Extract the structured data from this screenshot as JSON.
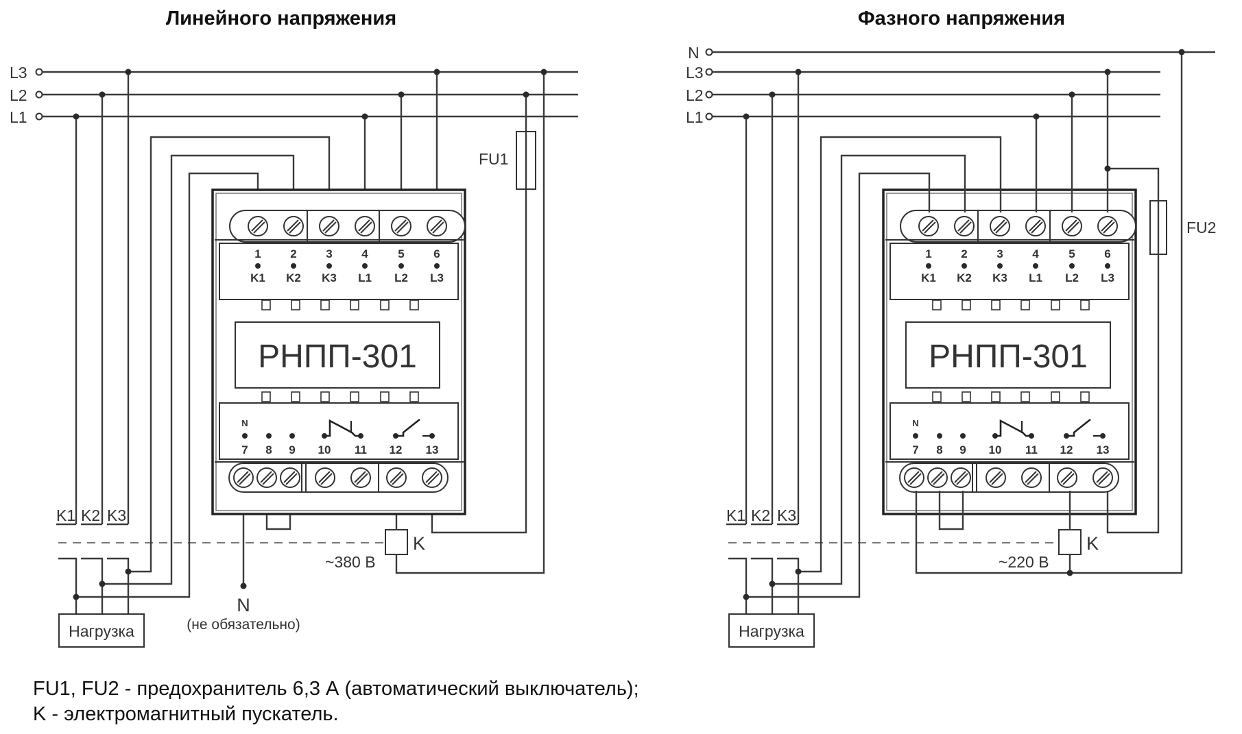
{
  "diagrams": [
    {
      "id": "linear",
      "title": "Линейного напряжения",
      "buses": [
        "L3",
        "L2",
        "L1"
      ],
      "fuse_label": "FU1",
      "device_name": "РНПП-301",
      "top_terminals": [
        {
          "num": "1",
          "label": "K1"
        },
        {
          "num": "2",
          "label": "K2"
        },
        {
          "num": "3",
          "label": "K3"
        },
        {
          "num": "4",
          "label": "L1"
        },
        {
          "num": "5",
          "label": "L2"
        },
        {
          "num": "6",
          "label": "L3"
        }
      ],
      "bottom_terminals": [
        {
          "num": "7",
          "label": "N"
        },
        {
          "num": "8",
          "label": ""
        },
        {
          "num": "9",
          "label": ""
        },
        {
          "num": "10",
          "label": ""
        },
        {
          "num": "11",
          "label": ""
        },
        {
          "num": "12",
          "label": ""
        },
        {
          "num": "13",
          "label": ""
        }
      ],
      "contact_labels": [
        "K1",
        "K2",
        "K3"
      ],
      "coil_label": "K",
      "coil_voltage": "~380 В",
      "load_label": "Нагрузка",
      "neutral_label": "N",
      "neutral_note": "(не обязательно)"
    },
    {
      "id": "phase",
      "title": "Фазного напряжения",
      "buses": [
        "N",
        "L3",
        "L2",
        "L1"
      ],
      "fuse_label": "FU2",
      "device_name": "РНПП-301",
      "top_terminals": [
        {
          "num": "1",
          "label": "K1"
        },
        {
          "num": "2",
          "label": "K2"
        },
        {
          "num": "3",
          "label": "K3"
        },
        {
          "num": "4",
          "label": "L1"
        },
        {
          "num": "5",
          "label": "L2"
        },
        {
          "num": "6",
          "label": "L3"
        }
      ],
      "bottom_terminals": [
        {
          "num": "7",
          "label": "N"
        },
        {
          "num": "8",
          "label": ""
        },
        {
          "num": "9",
          "label": ""
        },
        {
          "num": "10",
          "label": ""
        },
        {
          "num": "11",
          "label": ""
        },
        {
          "num": "12",
          "label": ""
        },
        {
          "num": "13",
          "label": ""
        }
      ],
      "contact_labels": [
        "K1",
        "K2",
        "K3"
      ],
      "coil_label": "K",
      "coil_voltage": "~220 В",
      "load_label": "Нагрузка"
    }
  ],
  "notes": [
    "FU1, FU2 - предохранитель 6,3 А (автоматический выключатель);",
    "K - электромагнитный пускатель."
  ]
}
